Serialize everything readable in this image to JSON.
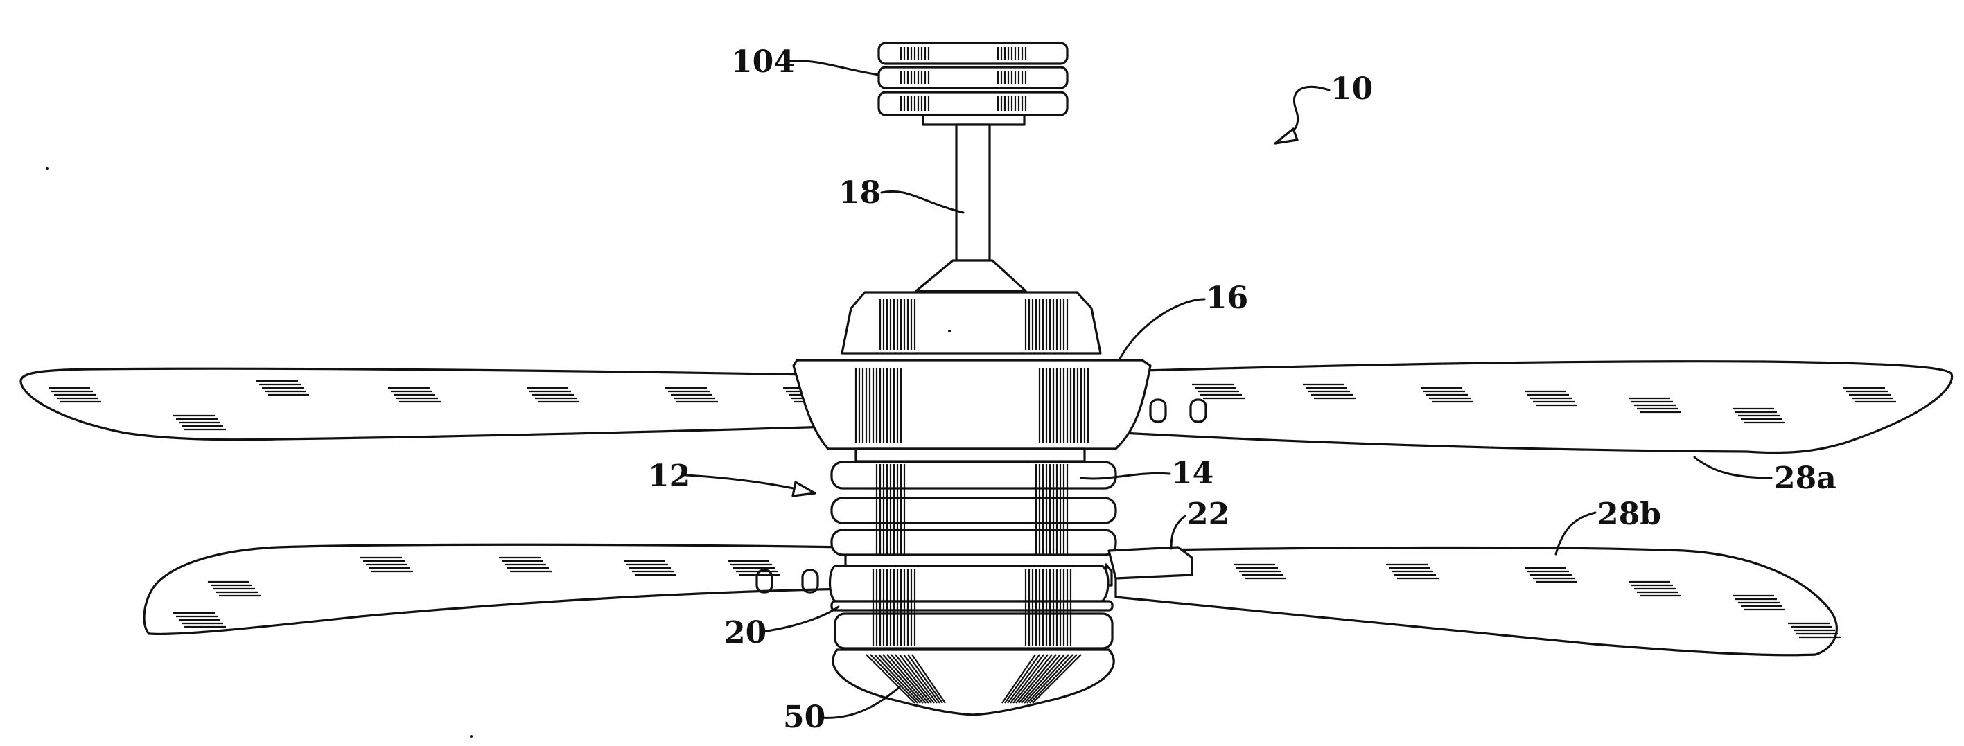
{
  "figure": {
    "labels": {
      "fan": "10",
      "assembly": "12",
      "light_ring": "14",
      "motor_housing": "16",
      "downrod": "18",
      "switch_housing": "20",
      "bracket": "22",
      "blade_a": "28a",
      "blade_b": "28b",
      "light_bowl": "50",
      "canopy": "104"
    }
  }
}
